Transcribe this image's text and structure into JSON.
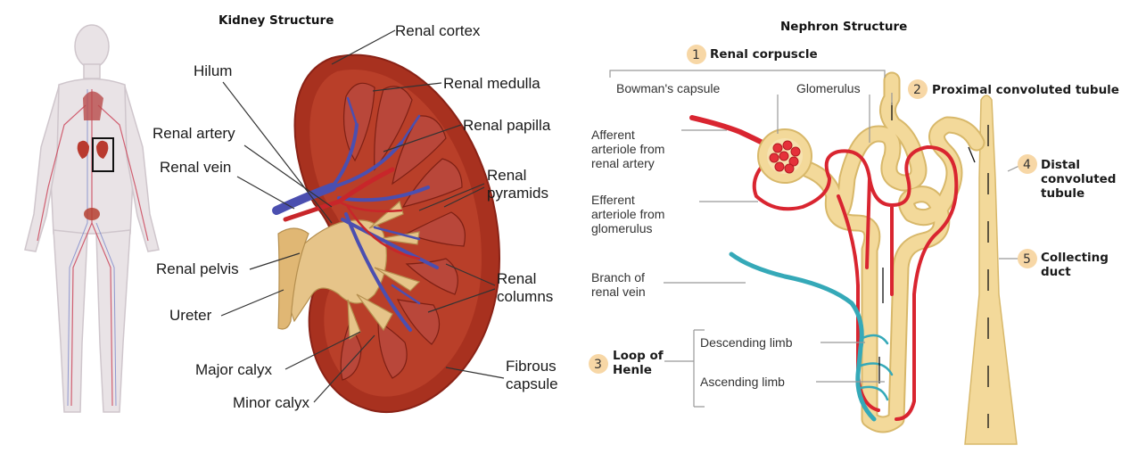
{
  "kidney": {
    "title": "Kidney Structure",
    "labels": {
      "renal_cortex": "Renal cortex",
      "hilum": "Hilum",
      "renal_medulla": "Renal medulla",
      "renal_artery": "Renal artery",
      "renal_papilla": "Renal papilla",
      "renal_vein": "Renal vein",
      "renal_pyramids_1": "Renal",
      "renal_pyramids_2": "pyramids",
      "renal_pelvis": "Renal pelvis",
      "renal_columns_1": "Renal",
      "renal_columns_2": "columns",
      "ureter": "Ureter",
      "major_calyx": "Major calyx",
      "fibrous_capsule_1": "Fibrous",
      "fibrous_capsule_2": "capsule",
      "minor_calyx": "Minor calyx"
    }
  },
  "nephron": {
    "title": "Nephron Structure",
    "parts": [
      {
        "num": "1",
        "line1": "Renal corpuscle",
        "line2": "",
        "line3": ""
      },
      {
        "num": "2",
        "line1": "Proximal convoluted tubule",
        "line2": "",
        "line3": ""
      },
      {
        "num": "3",
        "line1": "Loop of",
        "line2": "Henle",
        "line3": ""
      },
      {
        "num": "4",
        "line1": "Distal",
        "line2": "convoluted",
        "line3": "tubule"
      },
      {
        "num": "5",
        "line1": "Collecting",
        "line2": "duct",
        "line3": ""
      }
    ],
    "labels": {
      "bowmans_capsule": "Bowman's capsule",
      "glomerulus": "Glomerulus",
      "afferent_1": "Afferent",
      "afferent_2": "arteriole from",
      "afferent_3": "renal artery",
      "efferent_1": "Efferent",
      "efferent_2": "arteriole from",
      "efferent_3": "glomerulus",
      "branch_vein_1": "Branch of",
      "branch_vein_2": "renal vein",
      "descending_limb": "Descending limb",
      "ascending_limb": "Ascending limb"
    }
  },
  "colors": {
    "kidney_tissue": "#a8311f",
    "pyramid": "#b9473a",
    "vein": "#4b4fb0",
    "pelvis": "#e6c489",
    "tubule": "#f3d99a",
    "artery": "#d92530",
    "venule": "#35a9b8",
    "number_badge": "#f7d7a6"
  }
}
